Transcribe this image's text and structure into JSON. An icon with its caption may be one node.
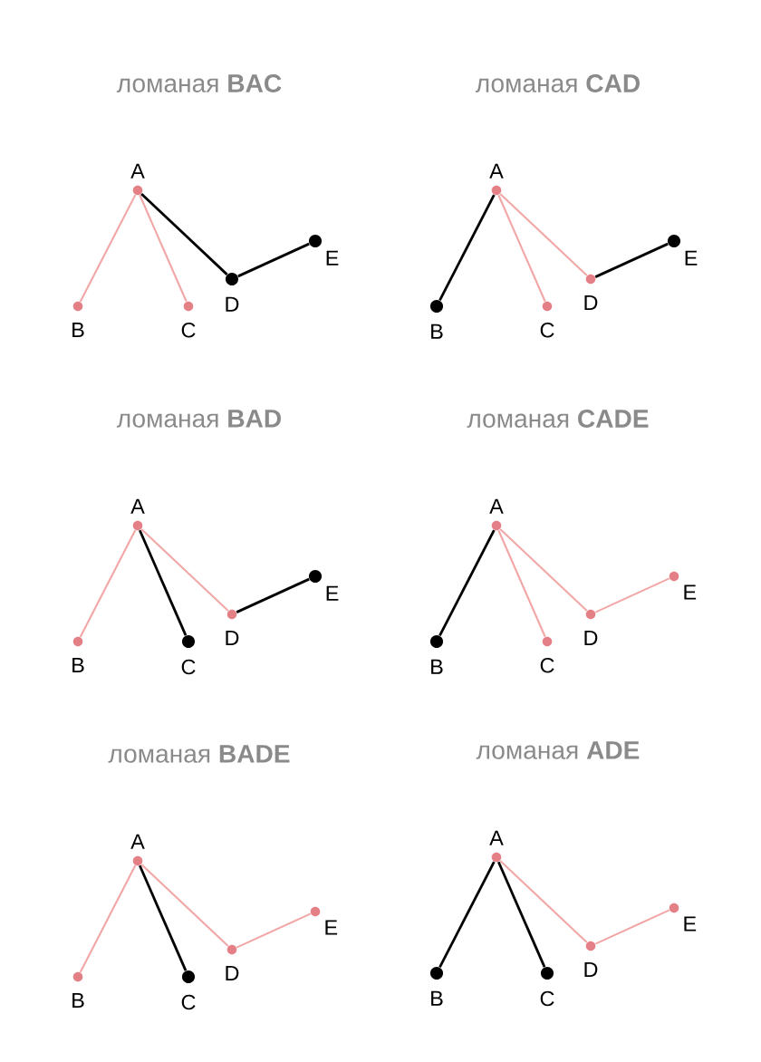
{
  "diagram": {
    "nodes": [
      {
        "text": [
          "A"
        ]
      },
      {
        "text": [
          "B"
        ]
      },
      {
        "text": [
          "C"
        ]
      },
      {
        "text": [
          "D"
        ]
      },
      {
        "text": [
          "E"
        ]
      },
      {
        "text": [
          "A"
        ]
      },
      {
        "text": [
          "B"
        ]
      },
      {
        "text": [
          "C"
        ]
      },
      {
        "text": [
          "D"
        ]
      },
      {
        "text": [
          "E"
        ]
      },
      {
        "text": [
          "A"
        ]
      },
      {
        "text": [
          "B"
        ]
      },
      {
        "text": [
          "C"
        ]
      },
      {
        "text": [
          "D"
        ]
      },
      {
        "text": [
          "E"
        ]
      },
      {
        "text": [
          "A"
        ]
      },
      {
        "text": [
          "B"
        ]
      },
      {
        "text": [
          "C"
        ]
      },
      {
        "text": [
          "D"
        ]
      },
      {
        "text": [
          "E"
        ]
      },
      {
        "text": [
          "A"
        ]
      },
      {
        "text": [
          "B"
        ]
      },
      {
        "text": [
          "C"
        ]
      },
      {
        "text": [
          "D"
        ]
      },
      {
        "text": [
          "E"
        ]
      },
      {
        "text": [
          "A"
        ]
      },
      {
        "text": [
          "B"
        ]
      },
      {
        "text": [
          "C"
        ]
      },
      {
        "text": [
          "D"
        ]
      },
      {
        "text": [
          "E"
        ]
      }
    ],
    "edges": [
      {
        "from": 0,
        "to": 1,
        "arrow": "none"
      },
      {
        "from": 0,
        "to": 2,
        "arrow": "none"
      },
      {
        "from": 0,
        "to": 3,
        "arrow": "none",
        "color": "#000000"
      },
      {
        "from": 3,
        "to": 4,
        "arrow": "none",
        "color": "#000000"
      },
      {
        "from": 5,
        "to": 6,
        "arrow": "none",
        "color": "#000000"
      },
      {
        "from": 5,
        "to": 7,
        "arrow": "none"
      },
      {
        "from": 5,
        "to": 8,
        "arrow": "none"
      },
      {
        "from": 8,
        "to": 9,
        "arrow": "none",
        "color": "#000000"
      },
      {
        "from": 10,
        "to": 11,
        "arrow": "none"
      },
      {
        "from": 10,
        "to": 12,
        "arrow": "none",
        "color": "#000000"
      },
      {
        "from": 10,
        "to": 13,
        "arrow": "none"
      },
      {
        "from": 13,
        "to": 14,
        "arrow": "none",
        "color": "#000000"
      },
      {
        "from": 15,
        "to": 16,
        "arrow": "none",
        "color": "#000000"
      },
      {
        "from": 15,
        "to": 17,
        "arrow": "none"
      },
      {
        "from": 15,
        "to": 18,
        "arrow": "none"
      },
      {
        "from": 18,
        "to": 19,
        "arrow": "none"
      },
      {
        "from": 20,
        "to": 21,
        "arrow": "none"
      },
      {
        "from": 20,
        "to": 22,
        "arrow": "none",
        "color": "#000000"
      },
      {
        "from": 20,
        "to": 23,
        "arrow": "none"
      },
      {
        "from": 23,
        "to": 24,
        "arrow": "none"
      },
      {
        "from": 25,
        "to": 26,
        "arrow": "none",
        "color": "#000000"
      },
      {
        "from": 25,
        "to": 27,
        "arrow": "none",
        "color": "#000000"
      },
      {
        "from": 25,
        "to": 28,
        "arrow": "none"
      },
      {
        "from": 28,
        "to": 29,
        "arrow": "none"
      }
    ],
    "labels": [
      "ломаная **BAC**",
      "ломаная **CAD**",
      "ломаная **BAD**",
      "ломаная **CADE**",
      "ломаная **BADE**",
      "ломаная **ADE**"
    ]
  }
}
